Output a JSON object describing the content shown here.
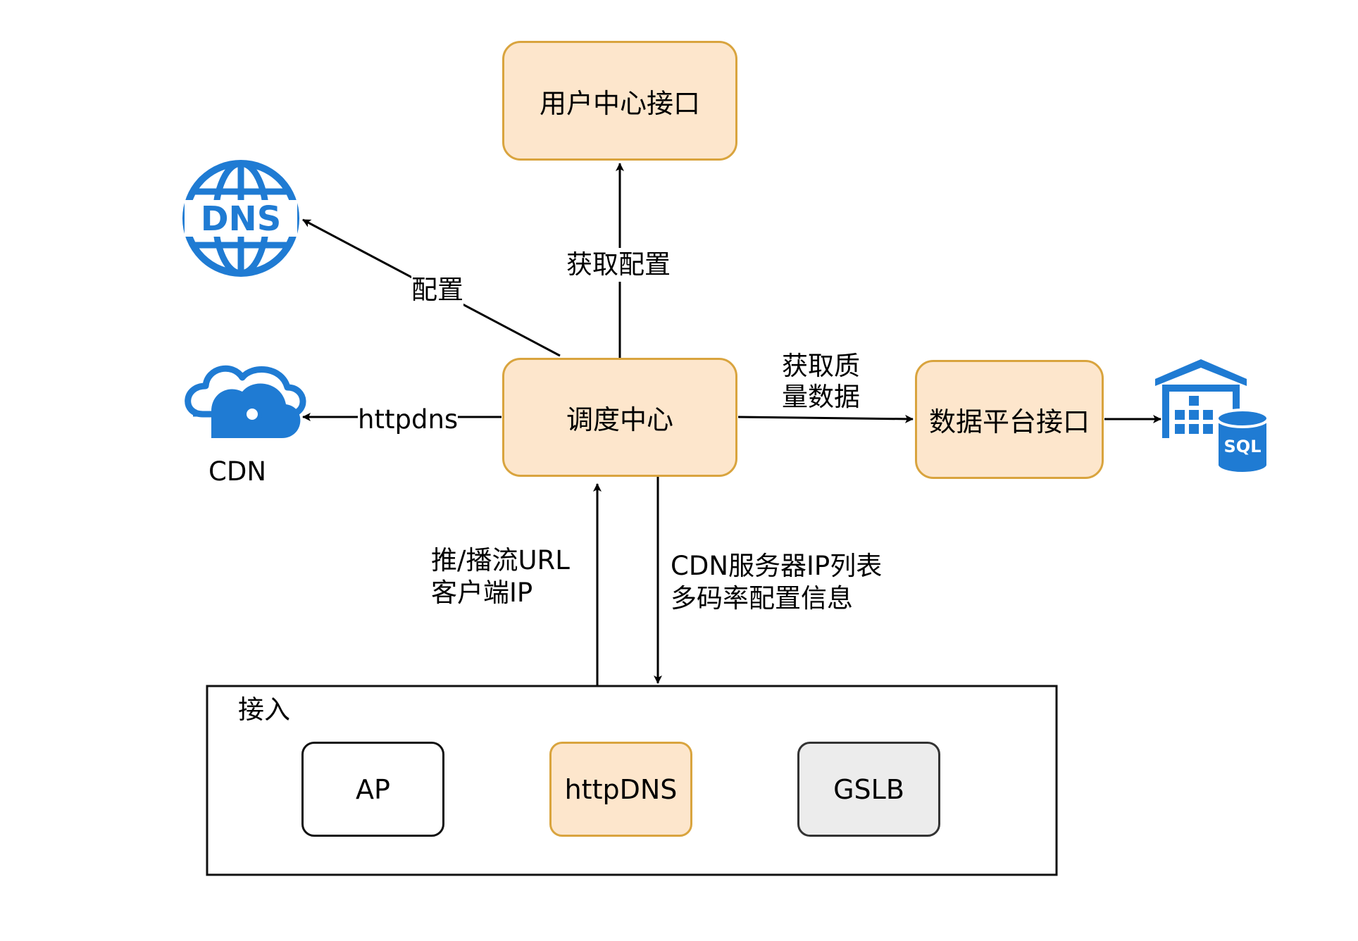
{
  "nodes": {
    "user_center": "用户中心接口",
    "scheduler": "调度中心",
    "data_platform": "数据平台接口",
    "cdn": "CDN",
    "access_group": "接入",
    "ap": "AP",
    "httpdns_box": "httpDNS",
    "gslb": "GSLB"
  },
  "edges": {
    "get_config": "获取配置",
    "config": "配置",
    "httpdns": "httpdns",
    "get_quality_1": "获取质",
    "get_quality_2": "量数据",
    "push_pull_url": "推/播流URL",
    "client_ip": "客户端IP",
    "cdn_ip_list": "CDN服务器IP列表",
    "multi_bitrate": "多码率配置信息"
  },
  "icons": {
    "dns": "dns-globe-icon",
    "cdn": "cloud-cdn-icon",
    "sql": "warehouse-sql-icon",
    "dns_text": "DNS",
    "sql_text": "SQL"
  },
  "colors": {
    "box_fill": "#fde6cc",
    "box_border": "#d9a43e",
    "icon_blue": "#1f7bd3",
    "gslb_fill": "#ececec"
  }
}
